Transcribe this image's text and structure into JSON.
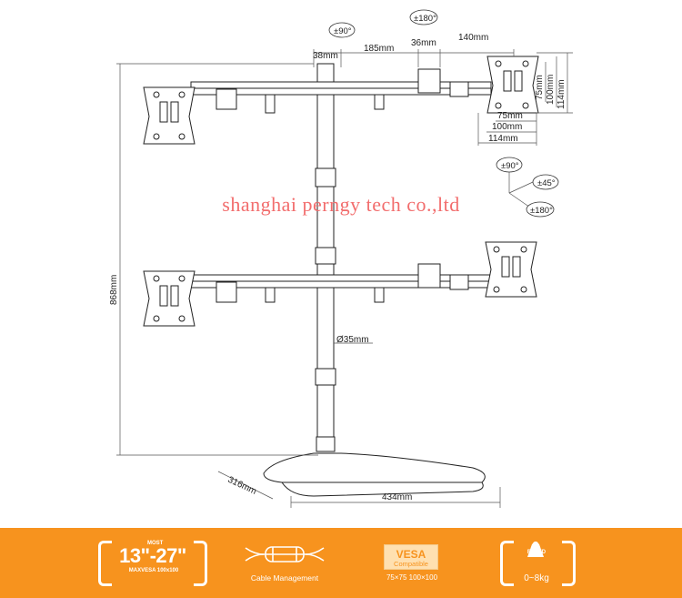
{
  "watermark": {
    "text": "shanghai perngy tech co.,ltd",
    "color": "#f26d6d"
  },
  "dimensions": {
    "top_seg_1": "38mm",
    "top_seg_2": "185mm",
    "top_seg_3": "36mm",
    "top_seg_4": "140mm",
    "height_75": "75mm",
    "height_100": "100mm",
    "height_114": "114mm",
    "width_75": "75mm",
    "width_100": "100mm",
    "width_114": "114mm",
    "total_height": "868mm",
    "pole_diameter": "Ø35mm",
    "base_depth": "316mm",
    "base_width": "434mm"
  },
  "rotations": {
    "arm_swivel": "±90°",
    "top_rotate": "±180°",
    "head_swivel": "±90°",
    "head_tilt": "±45°",
    "head_rotate": "±180°"
  },
  "features": {
    "screen": {
      "most": "MOST",
      "size": "13\"-27\"",
      "maxvesa": "MAXVESA 100x100"
    },
    "cable": {
      "label": "Cable Management"
    },
    "vesa": {
      "title": "VESA",
      "subtitle": "Compatible",
      "sizes": "75×75 100×100"
    },
    "load": {
      "rated": "RATED",
      "range": "0~8kg"
    }
  },
  "colors": {
    "footer": "#f7931e",
    "line": "#222222"
  }
}
